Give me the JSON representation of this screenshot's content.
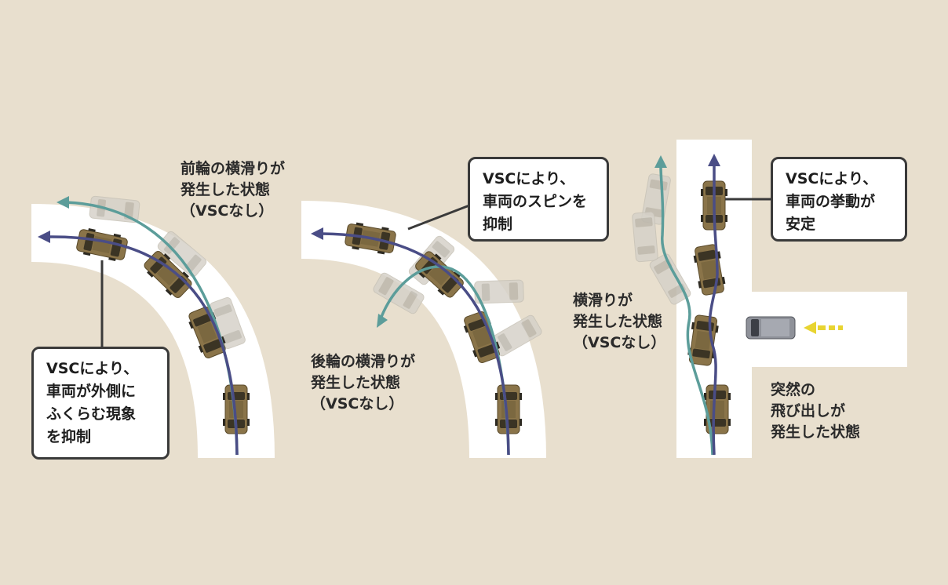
{
  "colors": {
    "background": "#e8dfce",
    "road": "#ffffff",
    "car_body": "#8a7449",
    "ghost_car": "#d6d2c9",
    "vsc_path": "#4a4d86",
    "no_vsc_path": "#5c9d9a",
    "callout_border": "#3a3a3a",
    "incoming_arrow": "#e8d431"
  },
  "panel1": {
    "no_vsc_label": [
      "前輪の横滑りが",
      "発生した状態",
      "（VSCなし）"
    ],
    "vsc_callout": [
      "VSCにより、",
      "車両が外側に",
      "ふくらむ現象",
      "を抑制"
    ]
  },
  "panel2": {
    "vsc_callout": [
      "VSCにより、",
      "車両のスピンを",
      "抑制"
    ],
    "no_vsc_label": [
      "後輪の横滑りが",
      "発生した状態",
      "（VSCなし）"
    ]
  },
  "panel3": {
    "vsc_callout": [
      "VSCにより、",
      "車両の挙動が",
      "安定"
    ],
    "no_vsc_label": [
      "横滑りが",
      "発生した状態",
      "（VSCなし）"
    ],
    "event_label": [
      "突然の",
      "飛び出しが",
      "発生した状態"
    ]
  },
  "icons": {
    "car": "car-topview-icon",
    "ghost_car": "car-ghost-icon",
    "arrow_head": "arrowhead-icon",
    "incoming_arrow": "dashed-arrow-icon"
  }
}
